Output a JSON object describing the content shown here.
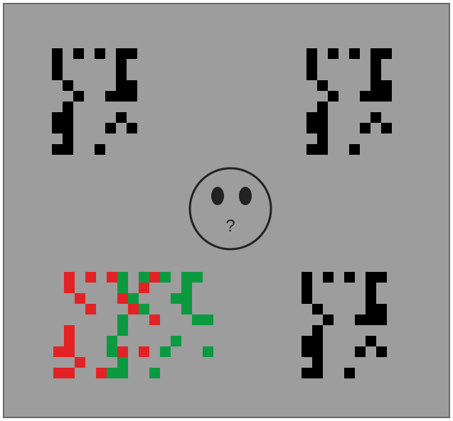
{
  "face": {
    "symbol": "?"
  },
  "colors": {
    "background": "#9c9d9c",
    "border": "#6a6a6a",
    "pixel_black": "#000000",
    "pixel_red": "#e32225",
    "pixel_green": "#0b9a3f",
    "face_stroke": "#222222",
    "eye_fill": "#222222",
    "text": "#222222"
  },
  "patterns": [
    {
      "id": "top-left",
      "color_role": "pixel_black"
    },
    {
      "id": "top-right",
      "color_role": "pixel_black"
    },
    {
      "id": "bottom-left-red",
      "color_role": "pixel_red"
    },
    {
      "id": "bottom-left-green",
      "color_role": "pixel_green"
    },
    {
      "id": "bottom-right",
      "color_role": "pixel_black"
    }
  ]
}
